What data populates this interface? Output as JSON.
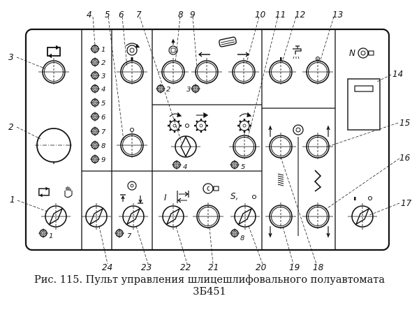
{
  "figure": {
    "caption_line1": "Рис. 115. Пульт управления шлицешлифовального полуавтомата",
    "caption_line2": "3Б451"
  },
  "callouts": {
    "c1": "1",
    "c2": "2",
    "c3": "3",
    "c4": "4",
    "c5": "5",
    "c6": "6",
    "c7": "7",
    "c8": "8",
    "c9": "9",
    "c10": "10",
    "c11": "11",
    "c12": "12",
    "c13": "13",
    "c14": "14",
    "c15": "15",
    "c16": "16",
    "c17": "17",
    "c18": "18",
    "c19": "19",
    "c20": "20",
    "c21": "21",
    "c22": "22",
    "c23": "23",
    "c24": "24"
  },
  "indicator_column": {
    "labels": [
      "1",
      "2",
      "3",
      "4",
      "5",
      "6",
      "7",
      "8",
      "9"
    ]
  },
  "lamp_labels": {
    "l1": "1",
    "l2": "2",
    "l3": "3",
    "l4": "4",
    "l5": "5",
    "l7": "7",
    "l8": "8"
  },
  "symbol_labels": {
    "meter_N": "N",
    "switch22_I": "I",
    "switch20_S": "S,"
  },
  "colors": {
    "ink": "#111111",
    "paper": "#ffffff"
  }
}
